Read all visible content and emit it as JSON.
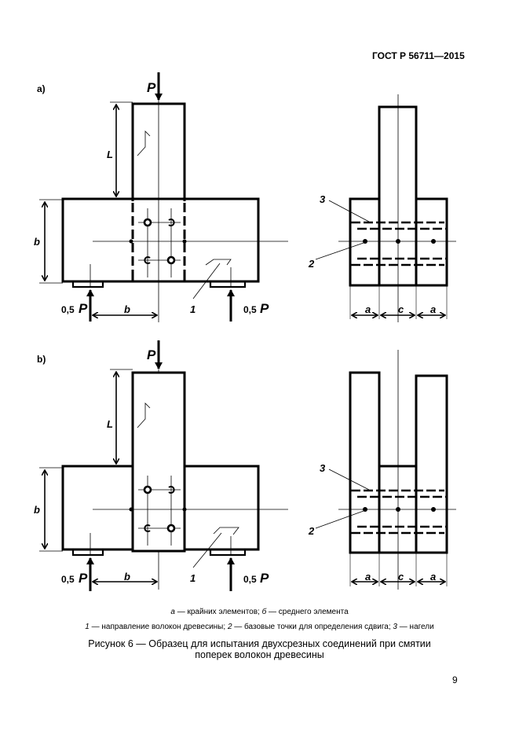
{
  "header": {
    "standard": "ГОСТ Р 56711—2015"
  },
  "figures": {
    "a": {
      "label": "а)",
      "load": "P",
      "length_dim": "L",
      "height_dim": "b",
      "span_dim": "b",
      "reaction_left": "0,5",
      "reaction_right": "0,5",
      "reaction_symbol": "P",
      "callout_1": "1",
      "side_callout_3": "3",
      "side_callout_2": "2",
      "side_dim_a_left": "a",
      "side_dim_c": "c",
      "side_dim_a_right": "a"
    },
    "b": {
      "label": "b)",
      "load": "P",
      "length_dim": "L",
      "height_dim": "b",
      "span_dim": "b",
      "reaction_left": "0,5",
      "reaction_right": "0,5",
      "reaction_symbol": "P",
      "callout_1": "1",
      "side_callout_3": "3",
      "side_callout_2": "2",
      "side_dim_a_left": "a",
      "side_dim_c": "c",
      "side_dim_a_right": "a"
    }
  },
  "legend": {
    "line1": {
      "a_sym": "а",
      "a_text": " — крайних элементов; ",
      "b_sym": "б",
      "b_text": " — среднего элемента"
    },
    "line2": {
      "n1": "1",
      "t1": " — направление волокон древесины; ",
      "n2": "2",
      "t2": " — базовые точки для определения сдвига; ",
      "n3": "3",
      "t3": " — нагели"
    }
  },
  "figure_title": {
    "line1": "Рисунок 6 — Образец для испытания двухсрезных соединений при смятии",
    "line2": "поперек волокон древесины"
  },
  "page_number": "9"
}
